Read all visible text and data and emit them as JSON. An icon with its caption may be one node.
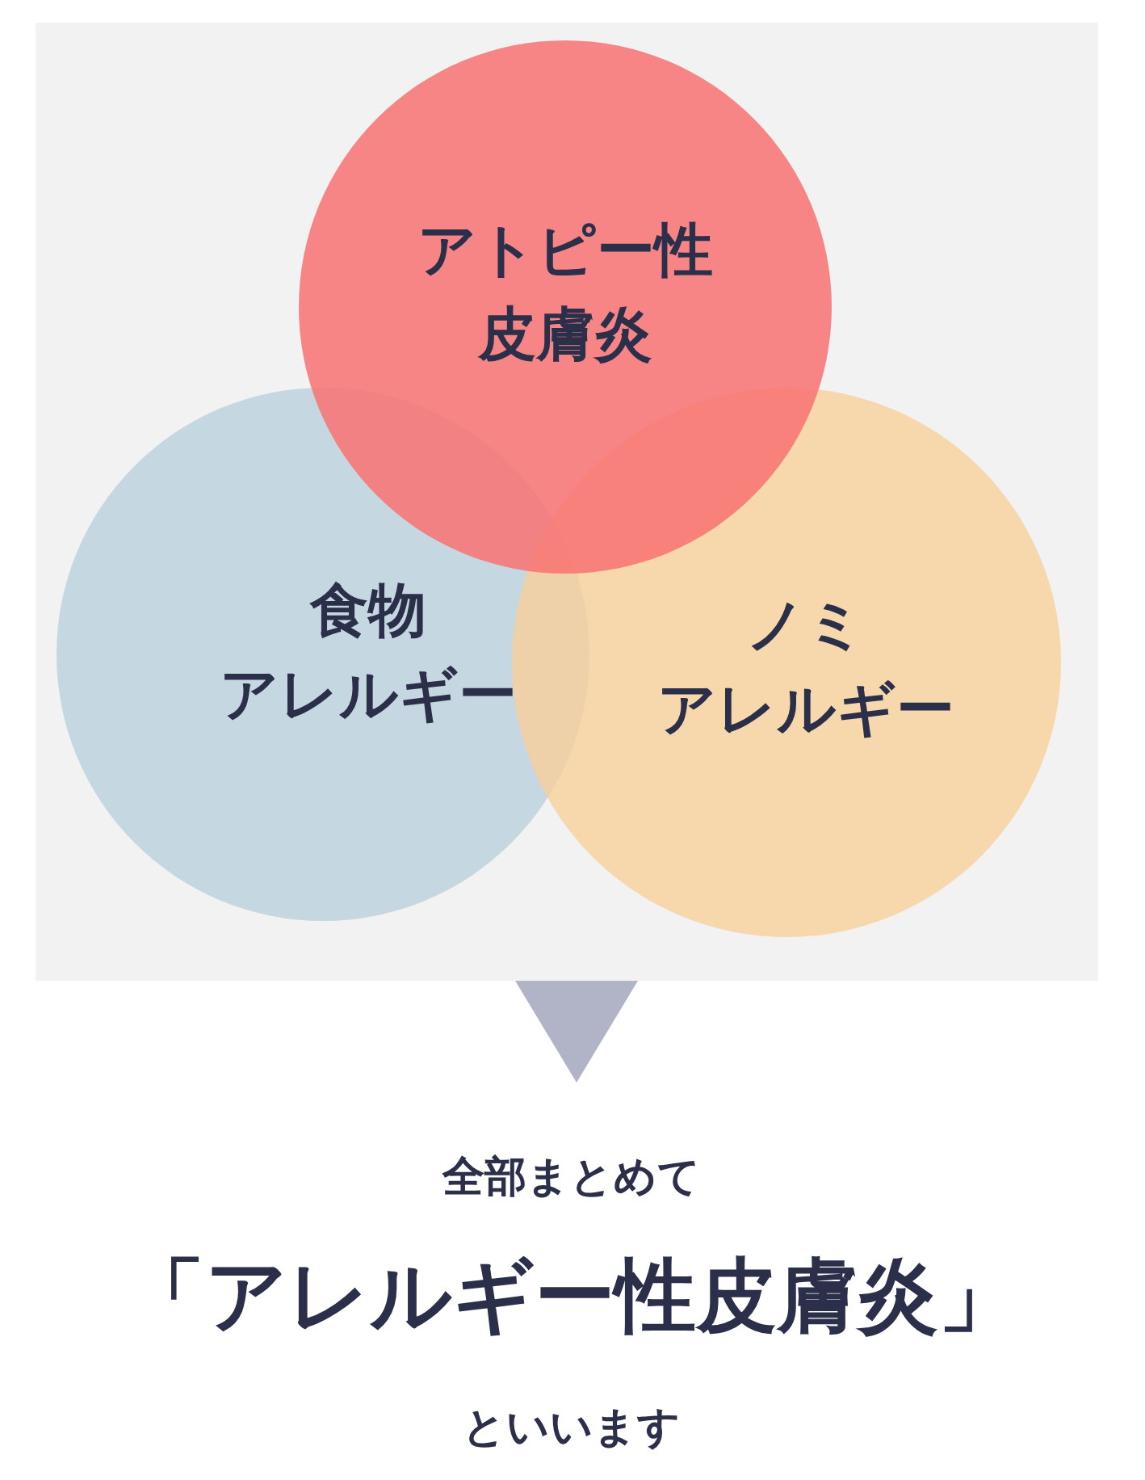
{
  "diagram": {
    "nodes": [
      {
        "text": [],
        "shape": "box"
      },
      {
        "text": [
          "アトピー性皮膚炎"
        ],
        "in": 0
      },
      {
        "text": [
          "食物アレルギー"
        ],
        "in": 0
      },
      {
        "text": [
          "ノミアレルギー"
        ],
        "in": 0
      },
      {
        "text": [
          "全部まとめて",
          "「アレルギー性皮膚炎」",
          "といいます"
        ]
      }
    ],
    "edges": [
      {
        "from": 0,
        "to": 4,
        "arrow": "to"
      }
    ]
  }
}
